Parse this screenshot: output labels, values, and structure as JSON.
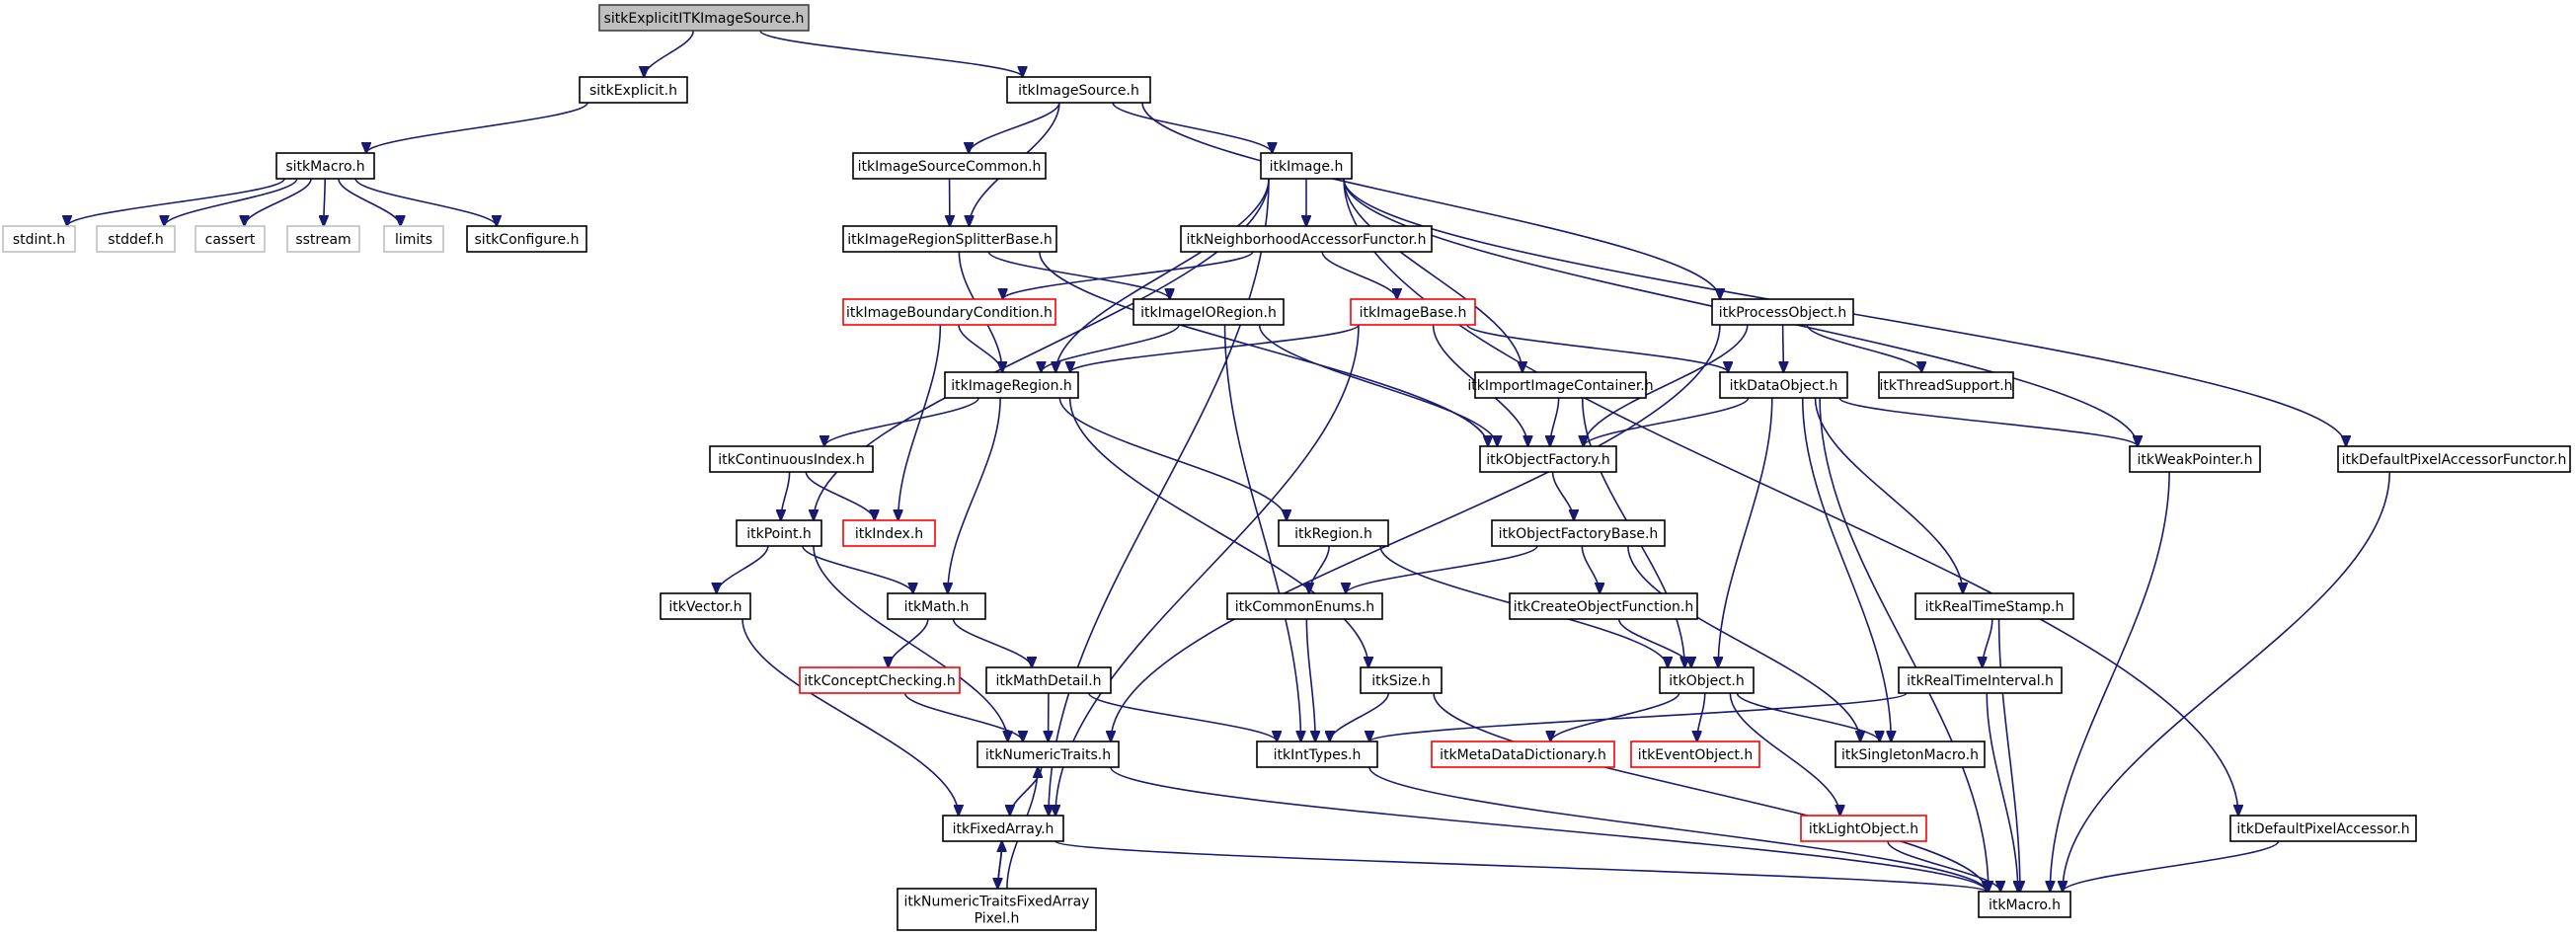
{
  "diagram": {
    "type": "include-dependency-graph",
    "colors": {
      "edge": "#191970",
      "root_fill": "#bfbfbf",
      "normal_border": "#000000",
      "system_border": "#bfbfbf",
      "truncated_border": "#ff0000",
      "node_fill": "#ffffff"
    },
    "nodes": [
      {
        "id": "n0",
        "label": "sitkExplicitITKImageSource.h",
        "style": "root"
      },
      {
        "id": "n1",
        "label": "sitkExplicit.h",
        "style": "normal"
      },
      {
        "id": "n2",
        "label": "itkImageSource.h",
        "style": "normal"
      },
      {
        "id": "n3",
        "label": "sitkMacro.h",
        "style": "normal"
      },
      {
        "id": "n4",
        "label": "stdint.h",
        "style": "system"
      },
      {
        "id": "n5",
        "label": "stddef.h",
        "style": "system"
      },
      {
        "id": "n6",
        "label": "cassert",
        "style": "system"
      },
      {
        "id": "n7",
        "label": "sstream",
        "style": "system"
      },
      {
        "id": "n8",
        "label": "limits",
        "style": "system"
      },
      {
        "id": "n9",
        "label": "sitkConfigure.h",
        "style": "normal"
      },
      {
        "id": "n10",
        "label": "itkImageSourceCommon.h",
        "style": "normal"
      },
      {
        "id": "n11",
        "label": "itkImage.h",
        "style": "normal"
      },
      {
        "id": "n12",
        "label": "itkImageRegionSplitterBase.h",
        "style": "normal"
      },
      {
        "id": "n13",
        "label": "itkNeighborhoodAccessorFunctor.h",
        "style": "normal"
      },
      {
        "id": "n14",
        "label": "itkImageBoundaryCondition.h",
        "style": "truncated"
      },
      {
        "id": "n15",
        "label": "itkImageIORegion.h",
        "style": "normal"
      },
      {
        "id": "n16",
        "label": "itkImageBase.h",
        "style": "truncated"
      },
      {
        "id": "n17",
        "label": "itkProcessObject.h",
        "style": "normal"
      },
      {
        "id": "n18",
        "label": "itkImageRegion.h",
        "style": "normal"
      },
      {
        "id": "n19",
        "label": "itkImportImageContainer.h",
        "style": "normal"
      },
      {
        "id": "n20",
        "label": "itkDataObject.h",
        "style": "normal"
      },
      {
        "id": "n21",
        "label": "itkThreadSupport.h",
        "style": "normal"
      },
      {
        "id": "n22",
        "label": "itkContinuousIndex.h",
        "style": "normal"
      },
      {
        "id": "n23",
        "label": "itkObjectFactory.h",
        "style": "normal"
      },
      {
        "id": "n24",
        "label": "itkWeakPointer.h",
        "style": "normal"
      },
      {
        "id": "n25",
        "label": "itkDefaultPixelAccessorFunctor.h",
        "style": "normal"
      },
      {
        "id": "n26",
        "label": "itkPoint.h",
        "style": "normal"
      },
      {
        "id": "n27",
        "label": "itkIndex.h",
        "style": "truncated"
      },
      {
        "id": "n28",
        "label": "itkRegion.h",
        "style": "normal"
      },
      {
        "id": "n29",
        "label": "itkObjectFactoryBase.h",
        "style": "normal"
      },
      {
        "id": "n30",
        "label": "itkVector.h",
        "style": "normal"
      },
      {
        "id": "n31",
        "label": "itkMath.h",
        "style": "normal"
      },
      {
        "id": "n32",
        "label": "itkCommonEnums.h",
        "style": "normal"
      },
      {
        "id": "n33",
        "label": "itkCreateObjectFunction.h",
        "style": "normal"
      },
      {
        "id": "n34",
        "label": "itkRealTimeStamp.h",
        "style": "normal"
      },
      {
        "id": "n35",
        "label": "itkConceptChecking.h",
        "style": "truncated"
      },
      {
        "id": "n36",
        "label": "itkMathDetail.h",
        "style": "normal"
      },
      {
        "id": "n37",
        "label": "itkSize.h",
        "style": "normal"
      },
      {
        "id": "n38",
        "label": "itkObject.h",
        "style": "normal"
      },
      {
        "id": "n39",
        "label": "itkRealTimeInterval.h",
        "style": "normal"
      },
      {
        "id": "n40",
        "label": "itkNumericTraits.h",
        "style": "normal"
      },
      {
        "id": "n41",
        "label": "itkIntTypes.h",
        "style": "normal"
      },
      {
        "id": "n42",
        "label": "itkMetaDataDictionary.h",
        "style": "truncated"
      },
      {
        "id": "n43",
        "label": "itkEventObject.h",
        "style": "truncated"
      },
      {
        "id": "n44",
        "label": "itkSingletonMacro.h",
        "style": "normal"
      },
      {
        "id": "n45",
        "label": "itkFixedArray.h",
        "style": "normal"
      },
      {
        "id": "n46",
        "label": "itkLightObject.h",
        "style": "truncated"
      },
      {
        "id": "n47",
        "label": "itkDefaultPixelAccessor.h",
        "style": "normal"
      },
      {
        "id": "n48",
        "label": "itkNumericTraitsFixedArray\nPixel.h",
        "style": "normal"
      },
      {
        "id": "n49",
        "label": "itkMacro.h",
        "style": "normal"
      }
    ],
    "edges": [
      [
        "n0",
        "n1"
      ],
      [
        "n0",
        "n2"
      ],
      [
        "n1",
        "n3"
      ],
      [
        "n3",
        "n4"
      ],
      [
        "n3",
        "n5"
      ],
      [
        "n3",
        "n6"
      ],
      [
        "n3",
        "n7"
      ],
      [
        "n3",
        "n8"
      ],
      [
        "n3",
        "n9"
      ],
      [
        "n2",
        "n10"
      ],
      [
        "n2",
        "n12"
      ],
      [
        "n2",
        "n11"
      ],
      [
        "n2",
        "n17"
      ],
      [
        "n10",
        "n12"
      ],
      [
        "n11",
        "n26"
      ],
      [
        "n11",
        "n45"
      ],
      [
        "n11",
        "n18"
      ],
      [
        "n11",
        "n13"
      ],
      [
        "n11",
        "n19"
      ],
      [
        "n11",
        "n24"
      ],
      [
        "n11",
        "n47"
      ],
      [
        "n11",
        "n25"
      ],
      [
        "n12",
        "n18"
      ],
      [
        "n12",
        "n15"
      ],
      [
        "n12",
        "n23"
      ],
      [
        "n13",
        "n14"
      ],
      [
        "n13",
        "n16"
      ],
      [
        "n14",
        "n18"
      ],
      [
        "n14",
        "n27"
      ],
      [
        "n15",
        "n18"
      ],
      [
        "n15",
        "n41"
      ],
      [
        "n15",
        "n23"
      ],
      [
        "n16",
        "n18"
      ],
      [
        "n16",
        "n45"
      ],
      [
        "n16",
        "n23"
      ],
      [
        "n16",
        "n20"
      ],
      [
        "n17",
        "n20"
      ],
      [
        "n17",
        "n21"
      ],
      [
        "n17",
        "n23"
      ],
      [
        "n17",
        "n40"
      ],
      [
        "n18",
        "n22"
      ],
      [
        "n18",
        "n31"
      ],
      [
        "n18",
        "n28"
      ],
      [
        "n18",
        "n37"
      ],
      [
        "n19",
        "n23"
      ],
      [
        "n19",
        "n38"
      ],
      [
        "n20",
        "n23"
      ],
      [
        "n20",
        "n24"
      ],
      [
        "n20",
        "n38"
      ],
      [
        "n20",
        "n44"
      ],
      [
        "n20",
        "n34"
      ],
      [
        "n20",
        "n49"
      ],
      [
        "n22",
        "n26"
      ],
      [
        "n22",
        "n27"
      ],
      [
        "n23",
        "n29"
      ],
      [
        "n24",
        "n49"
      ],
      [
        "n25",
        "n49"
      ],
      [
        "n26",
        "n30"
      ],
      [
        "n26",
        "n31"
      ],
      [
        "n26",
        "n40"
      ],
      [
        "n28",
        "n32"
      ],
      [
        "n28",
        "n38"
      ],
      [
        "n29",
        "n32"
      ],
      [
        "n29",
        "n33"
      ],
      [
        "n29",
        "n44"
      ],
      [
        "n30",
        "n45"
      ],
      [
        "n31",
        "n35"
      ],
      [
        "n31",
        "n36"
      ],
      [
        "n32",
        "n41"
      ],
      [
        "n33",
        "n38"
      ],
      [
        "n34",
        "n39"
      ],
      [
        "n34",
        "n49"
      ],
      [
        "n35",
        "n40"
      ],
      [
        "n36",
        "n40"
      ],
      [
        "n36",
        "n41"
      ],
      [
        "n37",
        "n41"
      ],
      [
        "n37",
        "n49"
      ],
      [
        "n38",
        "n42"
      ],
      [
        "n38",
        "n43"
      ],
      [
        "n38",
        "n44"
      ],
      [
        "n38",
        "n46"
      ],
      [
        "n39",
        "n41"
      ],
      [
        "n39",
        "n49"
      ],
      [
        "n40",
        "n45"
      ],
      [
        "n40",
        "n49"
      ],
      [
        "n41",
        "n49"
      ],
      [
        "n45",
        "n48"
      ],
      [
        "n45",
        "n49"
      ],
      [
        "n48",
        "n45"
      ],
      [
        "n48",
        "n40"
      ],
      [
        "n46",
        "n49"
      ],
      [
        "n47",
        "n49"
      ]
    ]
  }
}
